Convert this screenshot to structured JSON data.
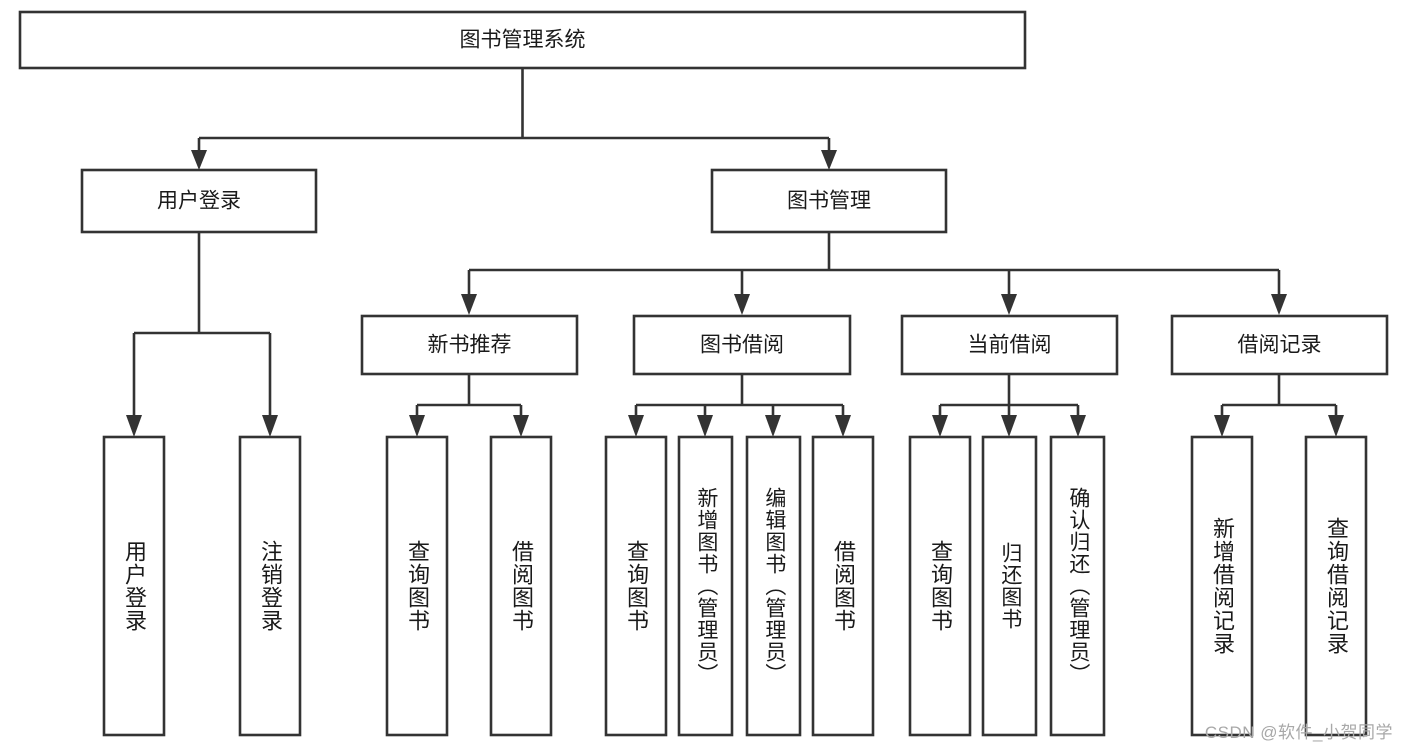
{
  "diagram": {
    "type": "tree-hierarchy-chart",
    "title": "图书管理系统",
    "watermark": "CSDN @软件_小贺同学",
    "root": {
      "id": "root",
      "label": "图书管理系统"
    },
    "level2": [
      {
        "id": "user-login",
        "label": "用户登录"
      },
      {
        "id": "book-manage",
        "label": "图书管理"
      }
    ],
    "level3": [
      {
        "id": "new-book-rec",
        "label": "新书推荐",
        "parent": "book-manage"
      },
      {
        "id": "book-borrow",
        "label": "图书借阅",
        "parent": "book-manage"
      },
      {
        "id": "current-borrow",
        "label": "当前借阅",
        "parent": "book-manage"
      },
      {
        "id": "borrow-record",
        "label": "借阅记录",
        "parent": "book-manage"
      }
    ],
    "leaves": [
      {
        "id": "leaf-user-login",
        "label": "用户登录",
        "parent": "user-login"
      },
      {
        "id": "leaf-logout-login",
        "label": "注销登录",
        "parent": "user-login"
      },
      {
        "id": "leaf-query-book-1",
        "label": "查询图书",
        "parent": "new-book-rec"
      },
      {
        "id": "leaf-borrow-book-1",
        "label": "借阅图书",
        "parent": "new-book-rec"
      },
      {
        "id": "leaf-query-book-2",
        "label": "查询图书",
        "parent": "book-borrow"
      },
      {
        "id": "leaf-add-book",
        "label": "新增图书（管理员）",
        "parent": "book-borrow"
      },
      {
        "id": "leaf-edit-book",
        "label": "编辑图书（管理员）",
        "parent": "book-borrow"
      },
      {
        "id": "leaf-borrow-book-2",
        "label": "借阅图书",
        "parent": "book-borrow"
      },
      {
        "id": "leaf-query-book-3",
        "label": "查询图书",
        "parent": "current-borrow"
      },
      {
        "id": "leaf-return-book",
        "label": "归还图书",
        "parent": "current-borrow"
      },
      {
        "id": "leaf-confirm-return",
        "label": "确认归还（管理员）",
        "parent": "current-borrow"
      },
      {
        "id": "leaf-add-record",
        "label": "新增借阅记录",
        "parent": "borrow-record"
      },
      {
        "id": "leaf-query-record",
        "label": "查询借阅记录",
        "parent": "borrow-record"
      }
    ],
    "colors": {
      "stroke": "#333333",
      "fill": "#ffffff",
      "text": "#1a1a1a",
      "watermark": "#a8a8a8"
    }
  }
}
